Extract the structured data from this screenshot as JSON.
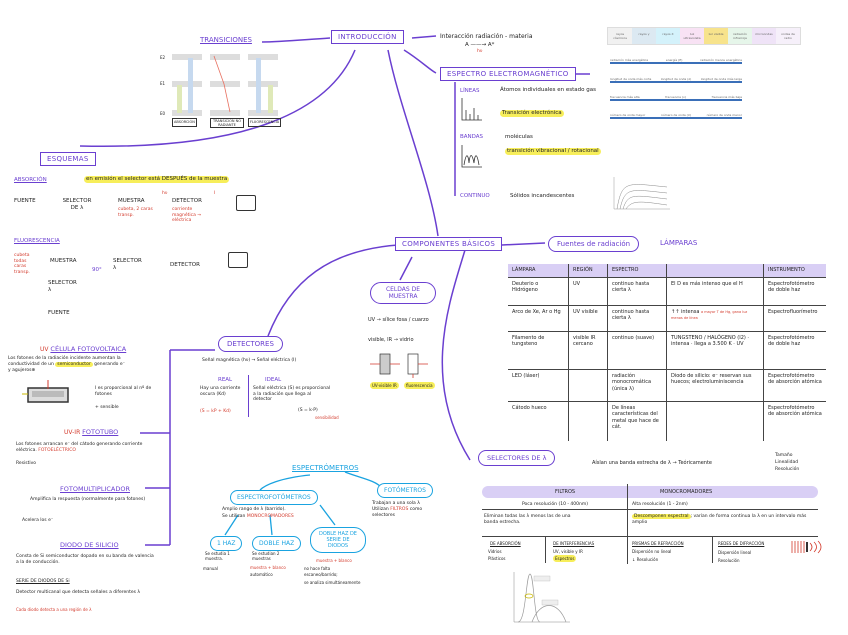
{
  "introduccion": {
    "title": "INTRODUCCIÓN",
    "interaccion": "Interacción radiación - materia",
    "reaccion": "A ——→ A*",
    "reaccion_label": "hν"
  },
  "transiciones": {
    "title": "TRANSICIONES",
    "levels": [
      "E2",
      "E1",
      "E0"
    ],
    "labels": [
      "ABSORCIÓN",
      "TRANSICIÓN NO RADIANTE",
      "FLUORESCENCIA"
    ]
  },
  "espectro": {
    "title": "ESPECTRO ELECTROMAGNÉTICO",
    "lineas": {
      "label": "LÍNEAS",
      "items": [
        "Átomos individuales en estado gas",
        "Transición electrónica"
      ]
    },
    "bandas": {
      "label": "BANDAS",
      "items": [
        "moléculas",
        "transición vibracional / rotacional"
      ]
    },
    "continuo": {
      "label": "CONTINUO",
      "item": "Sólidos incandescentes"
    },
    "regions": [
      "rayos cósmicos",
      "rayos γ",
      "rayos X",
      "luz ultravioleta",
      "luz visible",
      "radiación infrarroja",
      "microondas",
      "ondas de radio"
    ],
    "scales": [
      {
        "left": "radiación más energética",
        "center": "energía (E)",
        "right": "radiación menos energética"
      },
      {
        "left": "longitud de onda más corta",
        "center": "longitud de onda (λ)",
        "right": "longitud de onda más larga"
      },
      {
        "left": "frecuencia más alta",
        "center": "frecuencia (ν)",
        "right": "frecuencia más baja"
      },
      {
        "left": "número de onda mayor",
        "center": "número de onda (σ)",
        "right": "número de onda menor"
      }
    ]
  },
  "esquemas": {
    "title": "ESQUEMAS",
    "absorcion": {
      "label": "ABSORCIÓN",
      "note": "en emisión el selector está DESPUÉS de la muestra",
      "chain": [
        "FUENTE",
        "SELECTOR DE λ",
        "MUESTRA",
        "DETECTOR"
      ],
      "muestra_note": "cubeta, 2 caras transp.",
      "detector_note": "corriente magnética → eléctrica",
      "arrow1": "hν",
      "arrow2": "I"
    },
    "fluorescencia": {
      "label": "FLUORESCENCIA",
      "chain": [
        "MUESTRA",
        "SELECTOR λ",
        "DETECTOR"
      ],
      "side_note": "cubeta todas caras transp.",
      "angle": "90°",
      "selector": "SELECTOR λ",
      "fuente": "FUENTE"
    }
  },
  "componentes": {
    "title": "COMPONENTES BÁSICOS"
  },
  "celdas": {
    "title": "CELDAS DE MUESTRA",
    "items": [
      "UV → sílice fosa / cuarzo",
      "visible, IR → vidrio"
    ],
    "labels": [
      "UV-visible IR",
      "fluorescencia"
    ]
  },
  "fuentes": {
    "title": "Fuentes de radiación",
    "subtitle": "LÁMPARAS",
    "headers": [
      "LÁMPARA",
      "REGIÓN",
      "ESPECTRO",
      "",
      "INSTRUMENTO"
    ],
    "rows": [
      [
        "Deuterio o Hidrógeno",
        "UV",
        "continuo hasta cierta λ",
        "El D es más intenso que el H",
        "Espectrofotómetro de doble haz"
      ],
      [
        "Arco de Xe, Ar o Hg",
        "UV visible",
        "continuo hasta cierta λ",
        "↑↑ intensa",
        "Espectrofluorímetro"
      ],
      [
        "Filamento de tungsteno",
        "visible IR cercano",
        "continuo (suave)",
        "TUNGSTENO / HALÓGENO (I2) · intensa · llega a 3.500 K · UV",
        "Espectrofotómetro de doble haz"
      ],
      [
        "LED (láser)",
        "",
        "radiación monocromática (única λ)",
        "Diodo de silicio: e⁻ reservan sus huecos; electroluminiscencia",
        "Espectrofotómetro de absorción atómica"
      ],
      [
        "Cátodo hueco",
        "",
        "De líneas características del metal que hace de cát.",
        "",
        "Espectrofotómetro de absorción atómica"
      ]
    ],
    "red_note": "a mayor T de Hg, gana luz menos de línea"
  },
  "detectores": {
    "title": "DETECTORES",
    "subtitle": "Señal magnética (hν) → Señal eléctrica (I)",
    "real": {
      "label": "REAL",
      "text": "Hay una corriente oscura (Kd)",
      "formula": "(S = kP + Kd)"
    },
    "ideal": {
      "label": "IDEAL",
      "text": "Señal eléctrica (S) es proporcional a la radiación que llega al detector",
      "formula": "(S = k·P)",
      "note": "sensibilidad"
    },
    "celula": {
      "prefix": "UV",
      "title": "CÉLULA FOTOVOLTAICA",
      "text": "Los fotones de la radiación incidente aumentan la conductividad de un",
      "hl": "semiconductor",
      "text2": "generando e⁻ y agujeros⊕",
      "bullets": [
        "I es proporcional al nº de fotones",
        "+ sensible"
      ]
    },
    "fototubo": {
      "prefix": "UV-IR",
      "title": "FOTOTUBO",
      "text": "Los fotones arrancan e⁻ del cátodo generando corriente eléctrica.",
      "red": "FOTOELÉCTRICO",
      "bullets": [
        "Resistivo"
      ]
    },
    "fotomult": {
      "title": "FOTOMULTIPLICADOR",
      "text": "Amplifica la respuesta (normalmente para fotones)",
      "bullets": [
        "Acelera los e⁻"
      ]
    },
    "diodo": {
      "title": "DIODO DE SILICIO",
      "text": "Consta de Si semiconductor dopado en su banda de valencia a la de conducción.",
      "serie": "SERIE DE DIODOS DE Si",
      "text2": "Detector multicanal que detecta señales a diferentes λ",
      "red": "Cada diodo detecta a una región de λ"
    }
  },
  "espectrometros": {
    "title": "ESPECTRÓMETROS",
    "espectrofotometros": {
      "title": "ESPECTROFOTÓMETROS",
      "bullets": [
        "Amplio rango de λ (barrido).",
        "Se utilizan"
      ],
      "red": "MONOCROMADORES"
    },
    "fotometros": {
      "title": "FOTÓMETROS",
      "bullets": [
        "Trabajan a una sola λ",
        "Utilizan"
      ],
      "red": "FILTROS",
      "tail": "como selectores"
    },
    "un_haz": {
      "title": "1 HAZ",
      "lines": [
        "Se estudia 1 muestra.",
        "manual"
      ]
    },
    "doble_haz": {
      "title": "DOBLE HAZ",
      "lines": [
        "Se estudian 2 muestras"
      ],
      "red": "muestra + blanco",
      "auto": "automático"
    },
    "doble_serie": {
      "title": "DOBLE HAZ DE SERIE DE DIODOS",
      "red": "muestra + blanco",
      "lines": [
        "no hace falta escaneo/barrido;",
        "se analiza simultáneamente"
      ]
    }
  },
  "selectores": {
    "title": "SELECTORES DE λ",
    "text": "Aíslan una banda estrecha de λ → Teóricamente",
    "props": [
      "Tamaño",
      "Linealidad",
      "Resolución"
    ],
    "filtros": {
      "title": "FILTROS",
      "sub": "Poca resolución (10 - 400nm)",
      "text": "Eliminan todas las λ menos las de una banda estrecha.",
      "absorcion": {
        "title": "DE ABSORCIÓN",
        "items": [
          "Vidrios",
          "Plásticos"
        ]
      },
      "interferencias": {
        "title": "DE INTERFERENCIAS",
        "items": [
          "UV, visible y IR"
        ],
        "hl": "Espectros"
      }
    },
    "monocromadores": {
      "title": "MONOCROMADORES",
      "sub": "Alta resolución (1 - 2nm)",
      "hl": "Descomponen espectral",
      "text": "; varían de forma continua la λ en un intervalo más amplio",
      "prismas": {
        "title": "PRISMAS DE REFRACCIÓN",
        "items": [
          "Dispersión no lineal",
          "↓ Resolución"
        ]
      },
      "redes": {
        "title": "REDES DE DIFRACCIÓN",
        "items": [
          "Dispersión lineal",
          "Resolución"
        ]
      }
    }
  }
}
